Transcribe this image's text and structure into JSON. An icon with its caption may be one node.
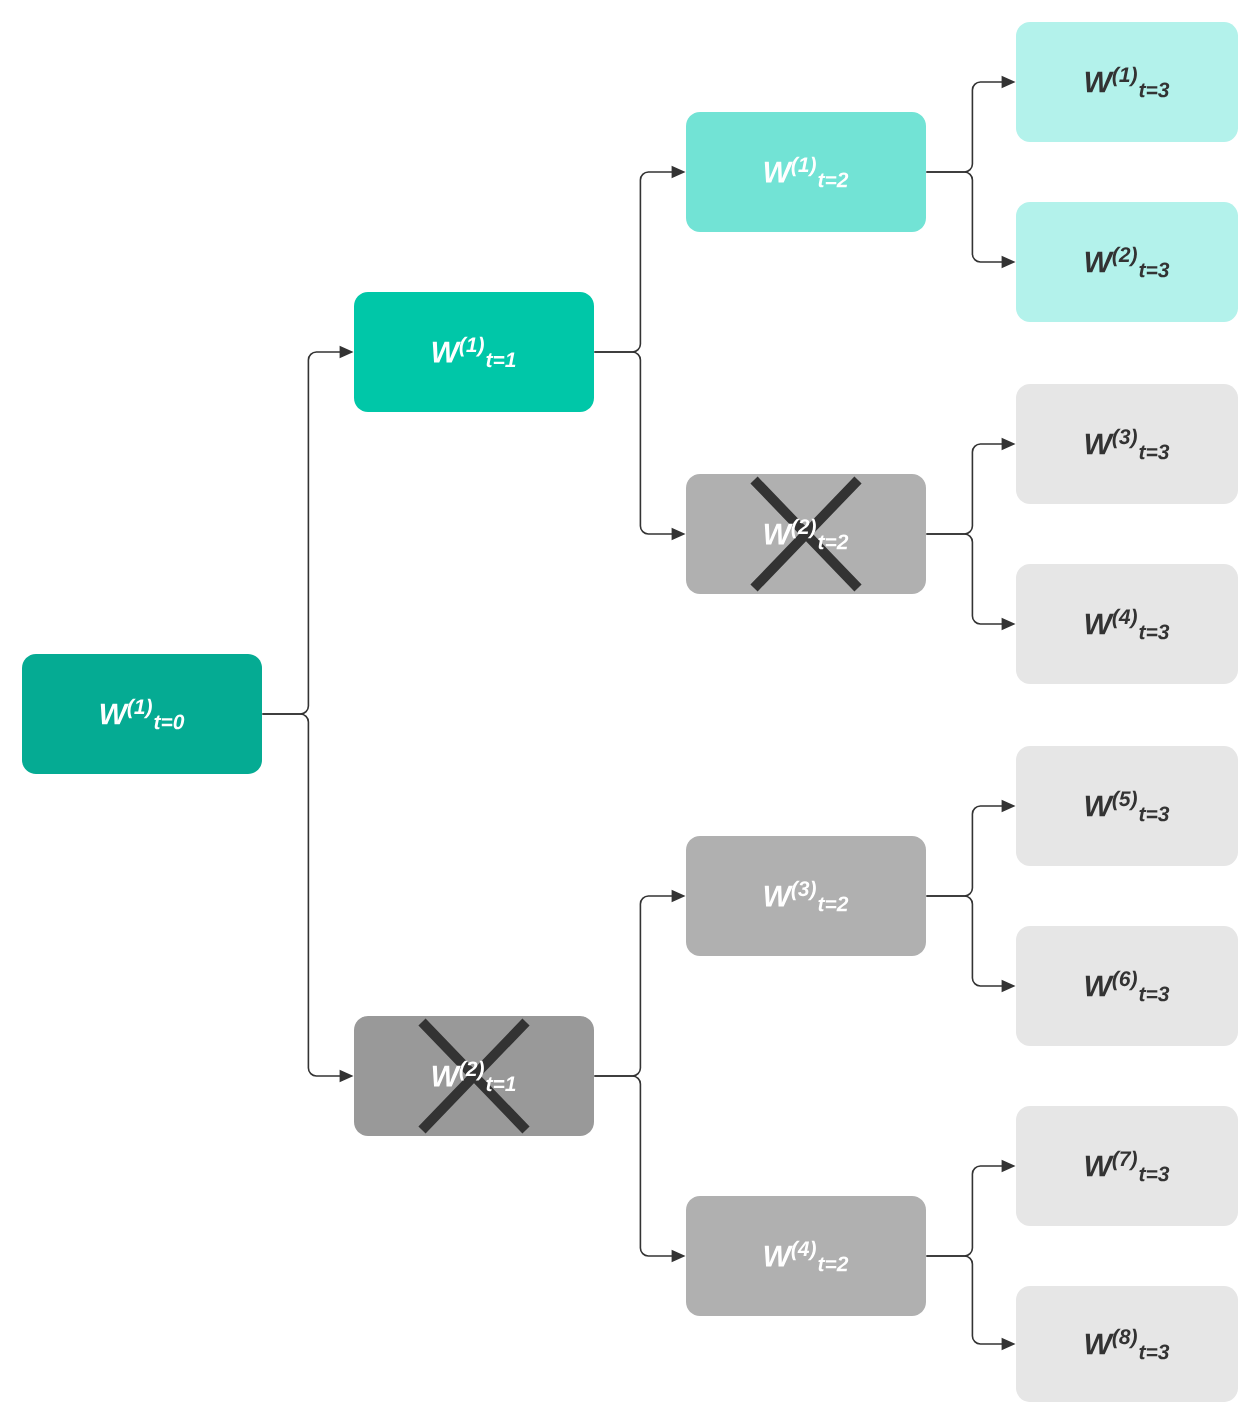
{
  "diagram": {
    "nodes": [
      {
        "text": [
          "W$^{(1)}$$_{t=0}$"
        ]
      },
      {
        "text": [
          "W$^{(1)}$$_{t=1}$"
        ]
      },
      {
        "text": [
          "W$^{(2)}$$_{t=1}$"
        ]
      },
      {
        "text": [
          "W$^{(1)}$$_{t=2}$"
        ]
      },
      {
        "text": [
          "W$^{(2)}$$_{t=2}$"
        ]
      },
      {
        "text": [
          "W$^{(3)}$$_{t=2}$"
        ]
      },
      {
        "text": [
          "W$^{(4)}$$_{t=2}$"
        ]
      },
      {
        "text": [
          "W$^{(1)}$$_{t=3}$"
        ]
      },
      {
        "text": [
          "W$^{(2)}$$_{t=3}$"
        ]
      },
      {
        "text": [
          "W$^{(3)}$$_{t=3}$"
        ]
      },
      {
        "text": [
          "W$^{(4)}$$_{t=3}$"
        ]
      },
      {
        "text": [
          "W$^{(5)}$$_{t=3}$"
        ]
      },
      {
        "text": [
          "W$^{(6)}$$_{t=3}$"
        ]
      },
      {
        "text": [
          "W$^{(7)}$$_{t=3}$"
        ]
      },
      {
        "text": [
          "W$^{(8)}$$_{t=3}$"
        ]
      }
    ],
    "edges": [
      {
        "from": 0,
        "to": 1,
        "arrow": "to"
      },
      {
        "from": 0,
        "to": 2,
        "arrow": "to"
      },
      {
        "from": 1,
        "to": 3,
        "arrow": "to"
      },
      {
        "from": 1,
        "to": 4,
        "arrow": "to"
      },
      {
        "from": 2,
        "to": 5,
        "arrow": "to"
      },
      {
        "from": 2,
        "to": 6,
        "arrow": "to"
      },
      {
        "from": 3,
        "to": 7,
        "arrow": "to"
      },
      {
        "from": 3,
        "to": 8,
        "arrow": "to"
      },
      {
        "from": 4,
        "to": 9,
        "arrow": "to"
      },
      {
        "from": 4,
        "to": 10,
        "arrow": "to"
      },
      {
        "from": 5,
        "to": 11,
        "arrow": "to"
      },
      {
        "from": 5,
        "to": 12,
        "arrow": "to"
      },
      {
        "from": 6,
        "to": 13,
        "arrow": "to"
      },
      {
        "from": 6,
        "to": 14,
        "arrow": "to"
      }
    ]
  }
}
